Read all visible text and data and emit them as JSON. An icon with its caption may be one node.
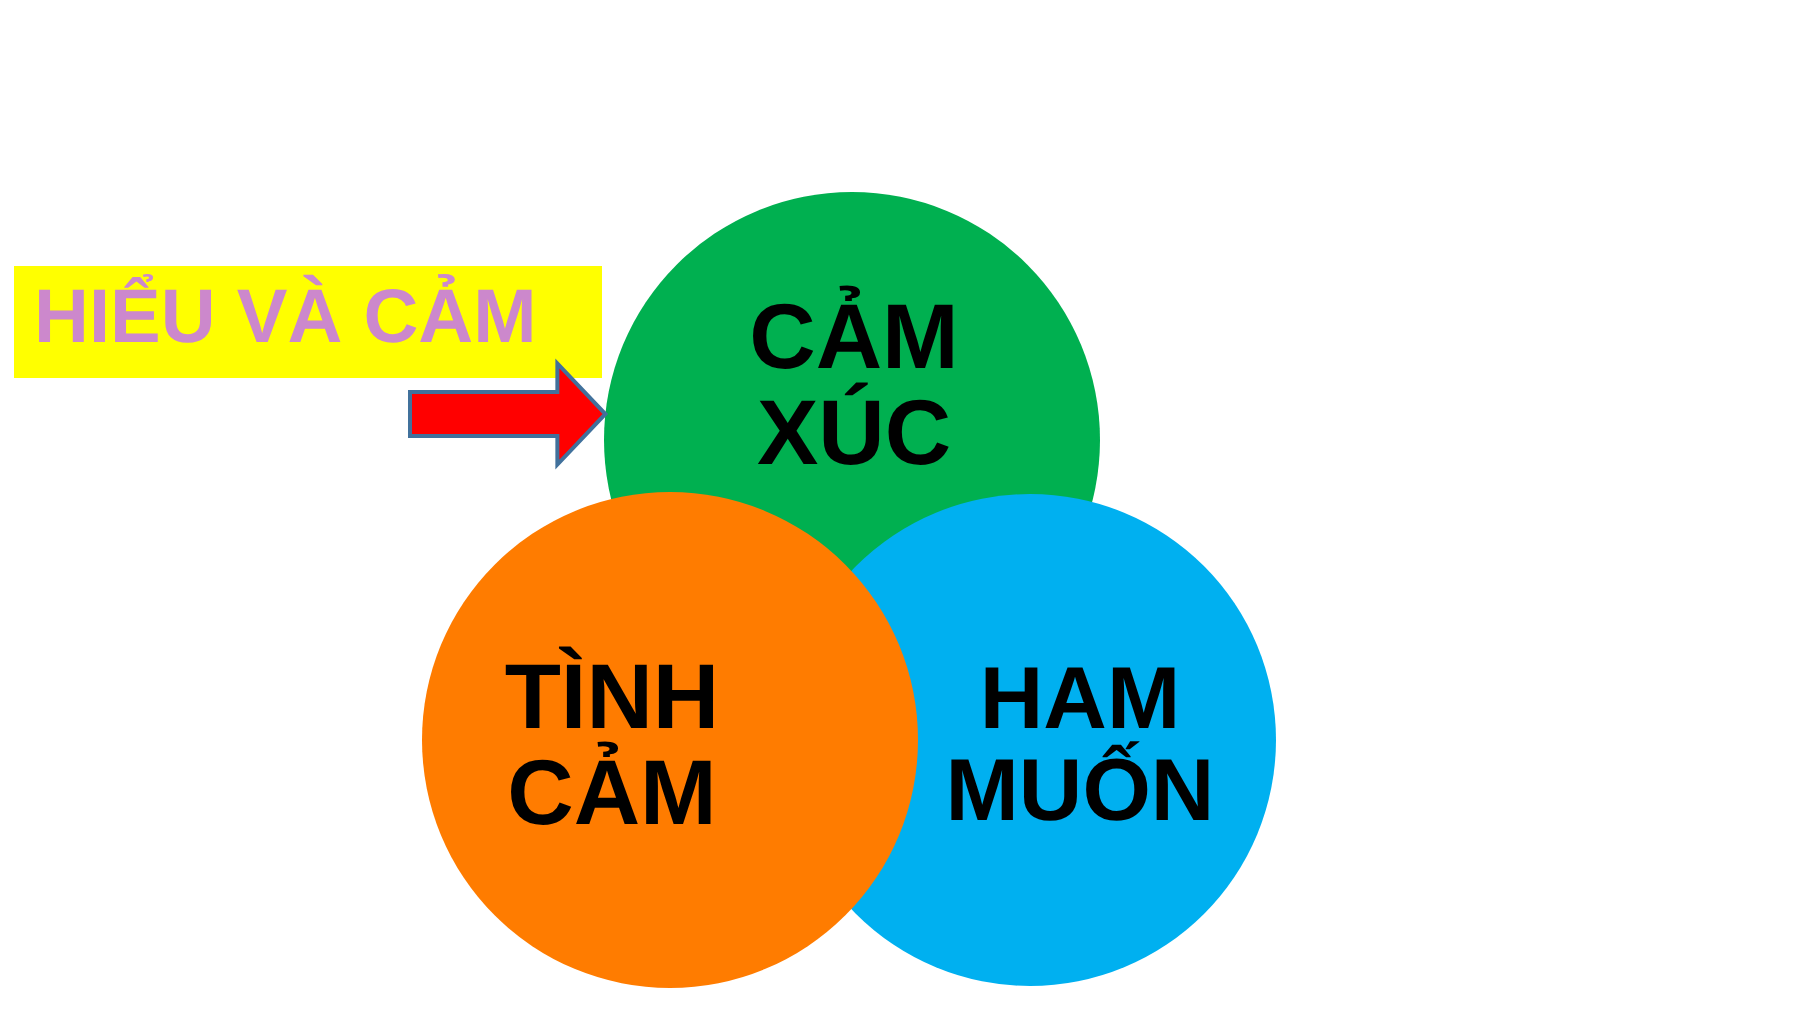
{
  "diagram": {
    "nodes": [
      {
        "text": [
          "HIỂU VÀ CẢM"
        ]
      },
      {
        "text": [
          "CẢM XÚC"
        ]
      },
      {
        "text": [
          "HAM MUỐN"
        ]
      },
      {
        "text": [
          "TÌNH CẢM"
        ]
      }
    ],
    "edges": [
      {
        "from": null,
        "to": 1,
        "arrow": "to",
        "style": "thick",
        "color": "#ff0000"
      }
    ]
  }
}
